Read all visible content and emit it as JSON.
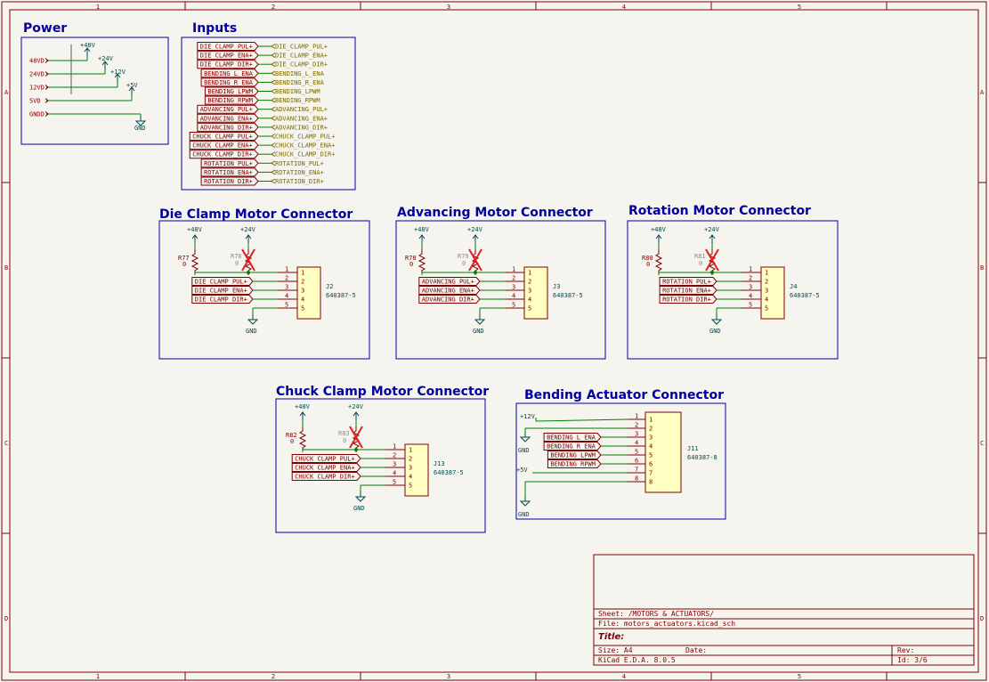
{
  "colors": {
    "wire": "#008000",
    "power": "#004a4a",
    "label": "#800000",
    "section": "#0000a0",
    "frame": "#800000",
    "dnp": "#e02020",
    "component_body": "#ffffc2",
    "input_label_text": "#7a6a00"
  },
  "frame": {
    "columns": [
      "1",
      "2",
      "3",
      "4",
      "5"
    ],
    "rows": [
      "A",
      "B",
      "C",
      "D"
    ]
  },
  "sections": {
    "power": {
      "title": "Power",
      "nets": [
        "48VD",
        "24VD",
        "12VD",
        "5VD",
        "GNDD"
      ],
      "symbols": [
        "+48V",
        "+24V",
        "+12V",
        "+5V",
        "GND"
      ]
    },
    "inputs": {
      "title": "Inputs",
      "signals": [
        "DIE_CLAMP_PUL+",
        "DIE_CLAMP_ENA+",
        "DIE_CLAMP_DIR+",
        "BENDING_L_ENA",
        "BENDING_R_ENA",
        "BENDING_LPWM",
        "BENDING_RPWM",
        "ADVANCING_PUL+",
        "ADVANCING_ENA+",
        "ADVANCING_DIR+",
        "CHUCK_CLAMP_PUL+",
        "CHUCK_CLAMP_ENA+",
        "CHUCK_CLAMP_DIR+",
        "ROTATION_PUL+",
        "ROTATION_ENA+",
        "ROTATION_DIR+"
      ]
    },
    "die_clamp": {
      "title": "Die Clamp Motor Connector",
      "r_fit": "R77",
      "r_fit_val": "0",
      "r_dnp": "R76",
      "r_dnp_val": "0",
      "pwr_a": "+48V",
      "pwr_b": "+24V",
      "gnd": "GND",
      "conn_ref": "J2",
      "conn_val": "640387-5",
      "signals": [
        "DIE_CLAMP_PUL+",
        "DIE_CLAMP_ENA+",
        "DIE_CLAMP_DIR+"
      ],
      "pins": [
        "1",
        "2",
        "3",
        "4",
        "5"
      ]
    },
    "advancing": {
      "title": "Advancing Motor Connector",
      "r_fit": "R78",
      "r_fit_val": "0",
      "r_dnp": "R79",
      "r_dnp_val": "0",
      "pwr_a": "+48V",
      "pwr_b": "+24V",
      "gnd": "GND",
      "conn_ref": "J3",
      "conn_val": "640387-5",
      "signals": [
        "ADVANCING_PUL+",
        "ADVANCING_ENA+",
        "ADVANCING_DIR+"
      ],
      "pins": [
        "1",
        "2",
        "3",
        "4",
        "5"
      ]
    },
    "rotation": {
      "title": "Rotation Motor Connector",
      "r_fit": "R80",
      "r_fit_val": "0",
      "r_dnp": "R81",
      "r_dnp_val": "0",
      "pwr_a": "+48V",
      "pwr_b": "+24V",
      "gnd": "GND",
      "conn_ref": "J4",
      "conn_val": "640387-5",
      "signals": [
        "ROTATION_PUL+",
        "ROTATION_ENA+",
        "ROTATION_DIR+"
      ],
      "pins": [
        "1",
        "2",
        "3",
        "4",
        "5"
      ]
    },
    "chuck_clamp": {
      "title": "Chuck Clamp Motor Connector",
      "r_fit": "R82",
      "r_fit_val": "0",
      "r_dnp": "R83",
      "r_dnp_val": "0",
      "pwr_a": "+48V",
      "pwr_b": "+24V",
      "gnd": "GND",
      "conn_ref": "J13",
      "conn_val": "640387-5",
      "signals": [
        "CHUCK_CLAMP_PUL+",
        "CHUCK_CLAMP_ENA+",
        "CHUCK_CLAMP_DIR+"
      ],
      "pins": [
        "1",
        "2",
        "3",
        "4",
        "5"
      ]
    },
    "bending": {
      "title": "Bending Actuator Connector",
      "pwr_12": "+12V",
      "pwr_5": "+5V",
      "gnd1": "GND",
      "gnd2": "GND",
      "conn_ref": "J11",
      "conn_val": "640387-8",
      "signals": [
        "BENDING_L_ENA",
        "BENDING_R_ENA",
        "BENDING_LPWM",
        "BENDING_RPWM"
      ],
      "pins": [
        "1",
        "2",
        "3",
        "4",
        "5",
        "6",
        "7",
        "8"
      ]
    }
  },
  "title_block": {
    "sheet": "Sheet: /MOTORS & ACTUATORS/",
    "file": "File: motors_actuators.kicad_sch",
    "title": "Title:",
    "size": "Size: A4",
    "date": "Date:",
    "rev": "Rev:",
    "tool": "KiCad E.D.A. 8.0.5",
    "id": "Id: 3/6"
  }
}
